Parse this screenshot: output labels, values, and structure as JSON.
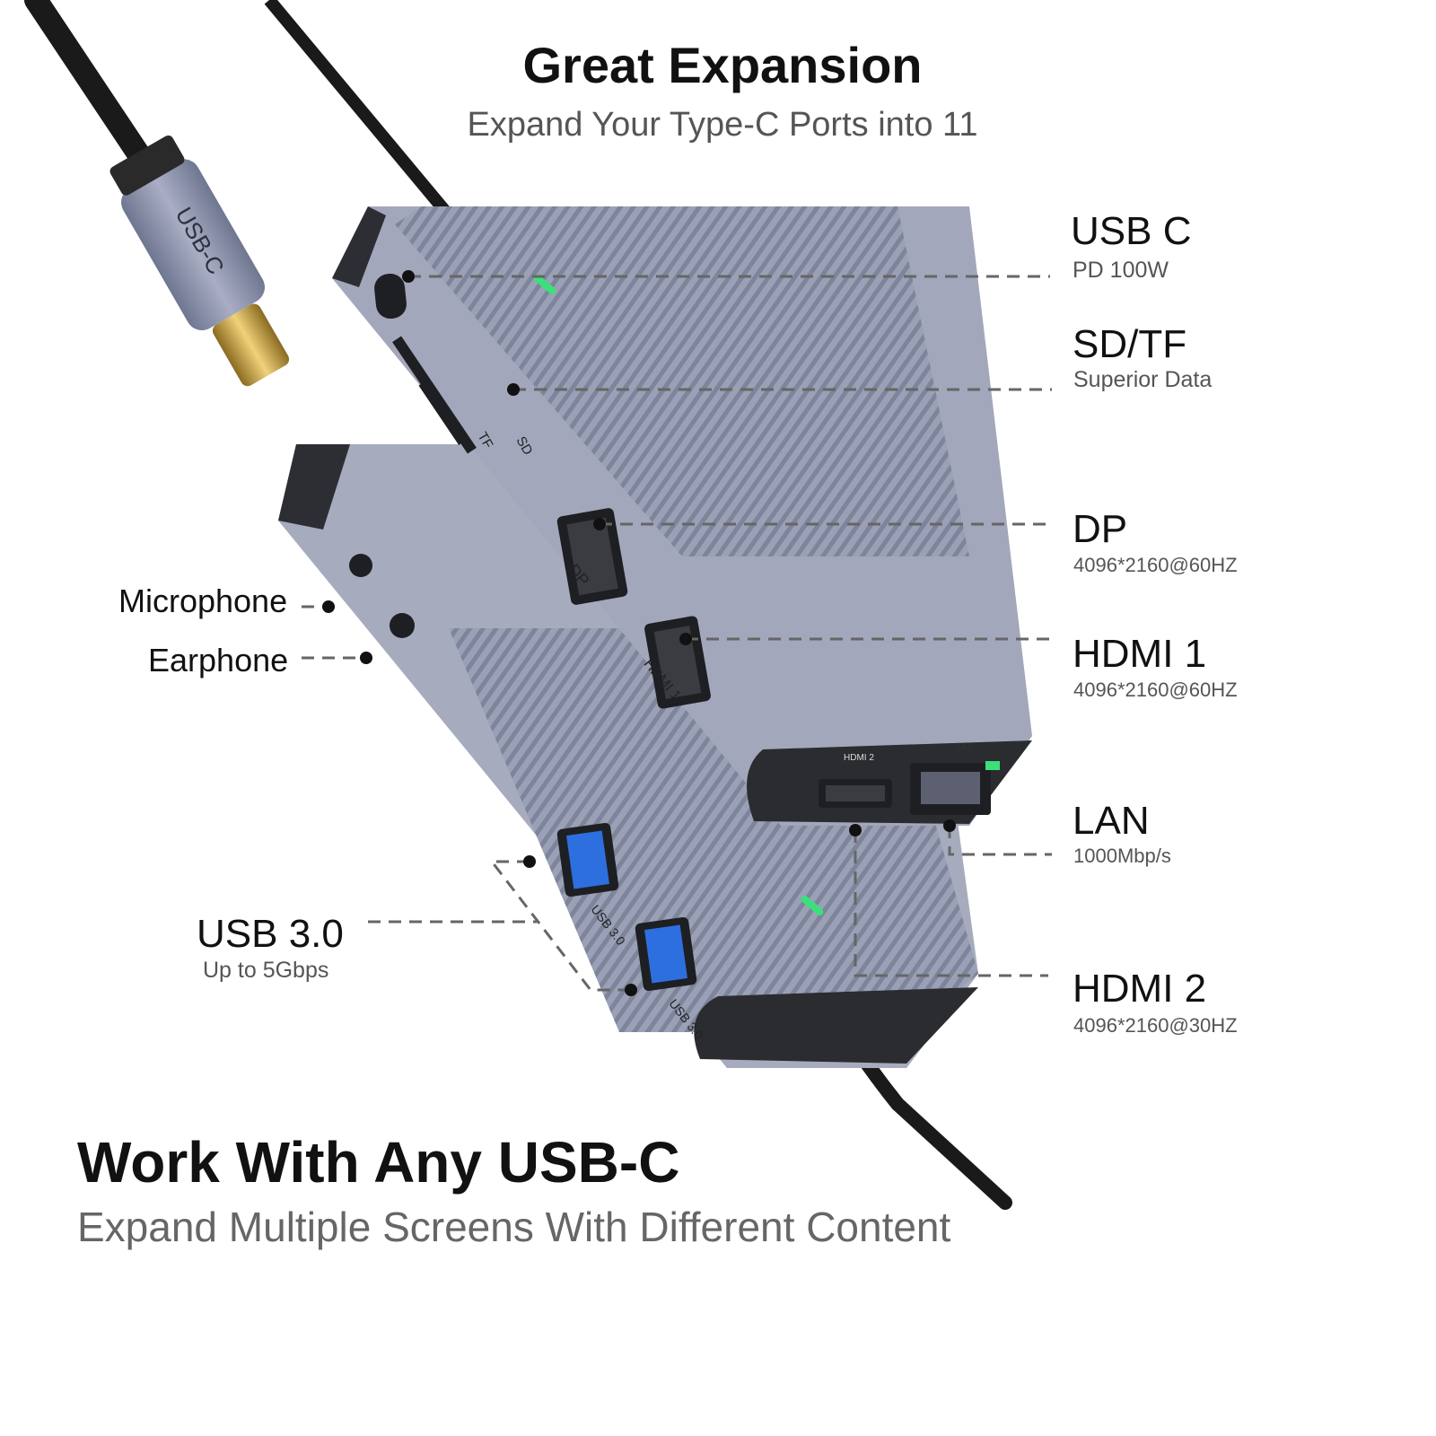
{
  "header": {
    "title": "Great Expansion",
    "subtitle": "Expand Your Type-C Ports into 11"
  },
  "cable_label": "USB-C",
  "device_printed_labels": {
    "tf": "TF",
    "sd": "SD",
    "dp": "DP",
    "hdmi1": "HDMI 1",
    "hdmi2": "HDMI 2",
    "lan": "LAN",
    "usb3_a": "USB 3.0",
    "usb3_b": "USB 3.0"
  },
  "callouts_right": [
    {
      "name": "USB C",
      "detail": "PD 100W"
    },
    {
      "name": "SD/TF",
      "detail": "Superior Data"
    },
    {
      "name": "DP",
      "detail": "4096*2160@60HZ"
    },
    {
      "name": "HDMI 1",
      "detail": "4096*2160@60HZ"
    },
    {
      "name": "LAN",
      "detail": "1000Mbp/s"
    },
    {
      "name": "HDMI 2",
      "detail": "4096*2160@30HZ"
    }
  ],
  "callouts_left": {
    "microphone": "Microphone",
    "earphone": "Earphone",
    "usb3": {
      "name": "USB 3.0",
      "detail": "Up to 5Gbps"
    }
  },
  "footer": {
    "title": "Work With Any USB-C",
    "subtitle": "Expand Multiple Screens With Different Content"
  },
  "colors": {
    "body": "#9ea3b8",
    "body_dark": "#7d8398",
    "led": "#3be07a",
    "cable": "#1a1a1a",
    "connector_gold": "#c9a54a"
  }
}
